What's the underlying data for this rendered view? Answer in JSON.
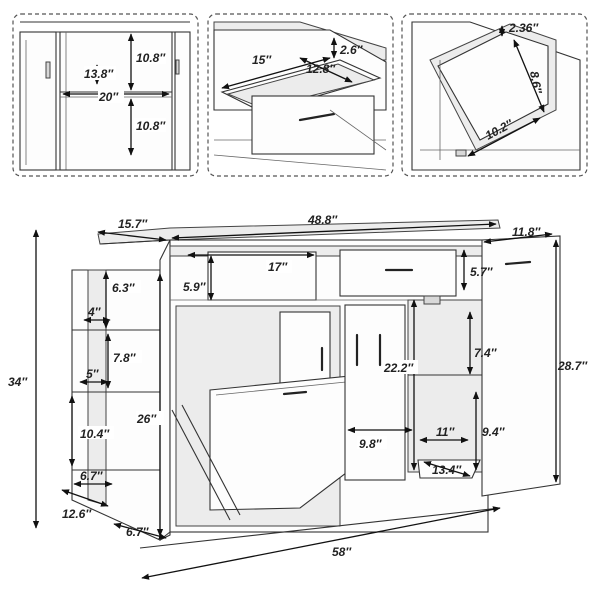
{
  "detail_panels": {
    "door_compartment": {
      "height_top": "10.8″",
      "depth": "13.8″",
      "width": "20″",
      "height_bottom": "10.8″"
    },
    "drawer": {
      "length": "15″",
      "width": "12.8″",
      "height": "2.6″"
    },
    "slide_drawer": {
      "height": "2.36″",
      "width": "8.6″",
      "length": "10.2″"
    }
  },
  "main": {
    "total_height": "34″",
    "top_depth": "15.7″",
    "top_width": "48.8″",
    "right_depth": "11.8″",
    "drawer_inner_width": "17″",
    "drawer_inner_height": "5.9″",
    "right_drawer_height": "5.7″",
    "shelf_1_height": "6.3″",
    "shelf_1_depth": "4″",
    "shelf_2_height": "7.8″",
    "shelf_2_depth": "5″",
    "shelf_3_height": "10.4″",
    "shelf_3_depth": "6.7″",
    "side_depth": "12.6″",
    "side_height": "26″",
    "bottom_depth": "6.7″",
    "center_height": "22.2″",
    "center_width": "9.8″",
    "right_shelf_height": "7.4″",
    "right_lower_width": "11″",
    "right_lower_height": "9.4″",
    "right_lower_depth": "13.4″",
    "right_door_height": "28.7″",
    "total_width": "58″"
  }
}
